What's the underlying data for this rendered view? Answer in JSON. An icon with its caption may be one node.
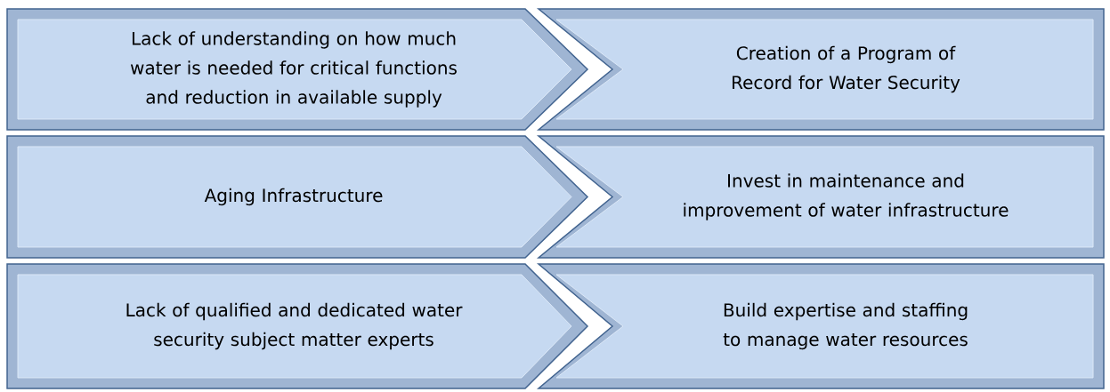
{
  "diagram": {
    "nodes": [
      {
        "text": [
          "Lack of understanding on how much water is needed for critical functions and reduction in available supply"
        ]
      },
      {
        "text": [
          "Creation of a Program of Record for Water Security"
        ]
      },
      {
        "text": [
          "Aging Infrastructure"
        ]
      },
      {
        "text": [
          "Invest in maintenance and improvement of water infrastructure"
        ]
      },
      {
        "text": [
          "Lack of qualified and dedicated water security subject matter experts"
        ]
      },
      {
        "text": [
          "Build expertise and staffing to manage water resources"
        ]
      }
    ]
  }
}
